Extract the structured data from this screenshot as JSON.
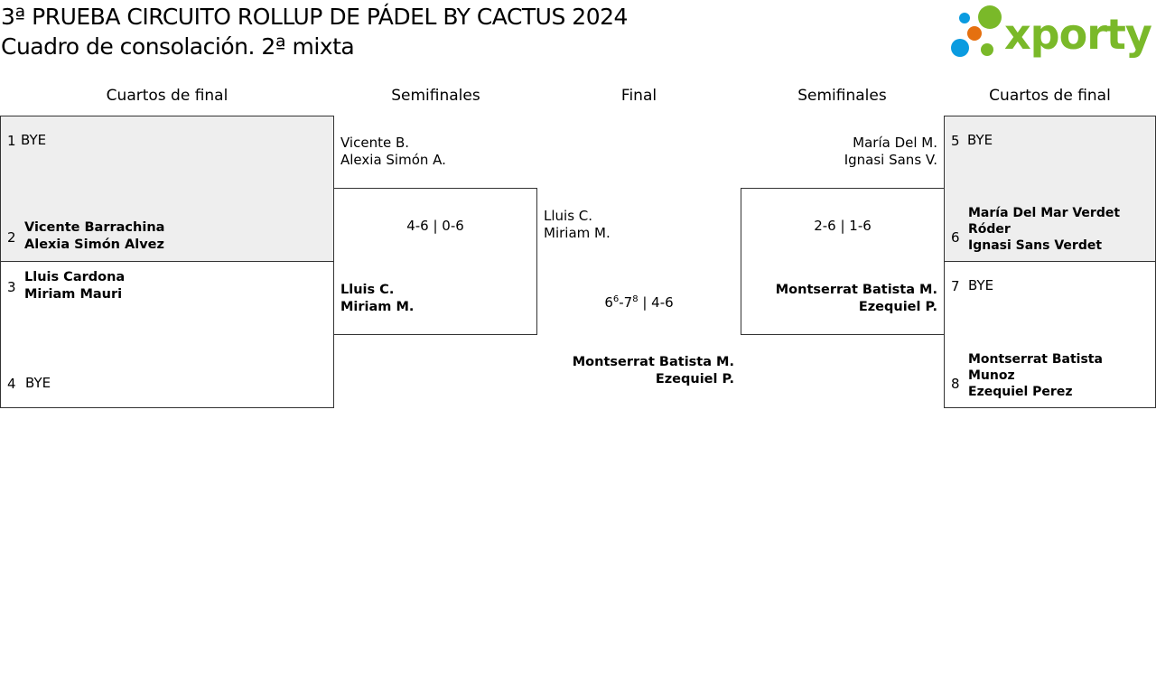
{
  "header": {
    "title": "3ª PRUEBA CIRCUITO ROLLUP DE PÁDEL BY CACTUS 2024",
    "subtitle": "Cuadro de consolación. 2ª mixta",
    "logo_text": "xporty",
    "logo_colors": {
      "green": "#7ab929",
      "blue": "#0a9be0",
      "orange": "#e5700f"
    }
  },
  "rounds": {
    "left_qf": "Cuartos de final",
    "left_sf": "Semifinales",
    "final": "Final",
    "right_sf": "Semifinales",
    "right_qf": "Cuartos de final"
  },
  "left_qf": [
    {
      "seed": "1",
      "p1": "BYE",
      "p2": ""
    },
    {
      "seed": "2",
      "p1": "Vicente Barrachina",
      "p2": "Alexia Simón Alvez"
    },
    {
      "seed": "3",
      "p1": "Lluis Cardona",
      "p2": "Miriam Mauri"
    },
    {
      "seed": "4",
      "p1": "BYE",
      "p2": ""
    }
  ],
  "right_qf": [
    {
      "seed": "5",
      "p1": "BYE",
      "p2": ""
    },
    {
      "seed": "6",
      "p1": "María Del Mar Verdet Róder",
      "p2": "Ignasi Sans Verdet"
    },
    {
      "seed": "7",
      "p1": "BYE",
      "p2": ""
    },
    {
      "seed": "8",
      "p1": "Montserrat Batista Munoz",
      "p2": "Ezequiel Perez"
    }
  ],
  "left_sf": {
    "top": {
      "p1": "Vicente B.",
      "p2": "Alexia Simón A."
    },
    "score": "4-6 | 0-6",
    "bottom": {
      "p1": "Lluis C.",
      "p2": "Miriam M."
    }
  },
  "right_sf": {
    "top": {
      "p1": "María Del M.",
      "p2": "Ignasi Sans V."
    },
    "score": "2-6 | 1-6",
    "bottom": {
      "p1": "Montserrat Batista M.",
      "p2": "Ezequiel P."
    }
  },
  "final": {
    "top": {
      "p1": "Lluis C.",
      "p2": "Miriam M."
    },
    "score": {
      "s1a": "6",
      "s1a_tb": "6",
      "s1b": "7",
      "s1b_tb": "8",
      "rest": " | 4-6"
    },
    "bottom": {
      "p1": "Montserrat Batista M.",
      "p2": "Ezequiel P."
    }
  }
}
